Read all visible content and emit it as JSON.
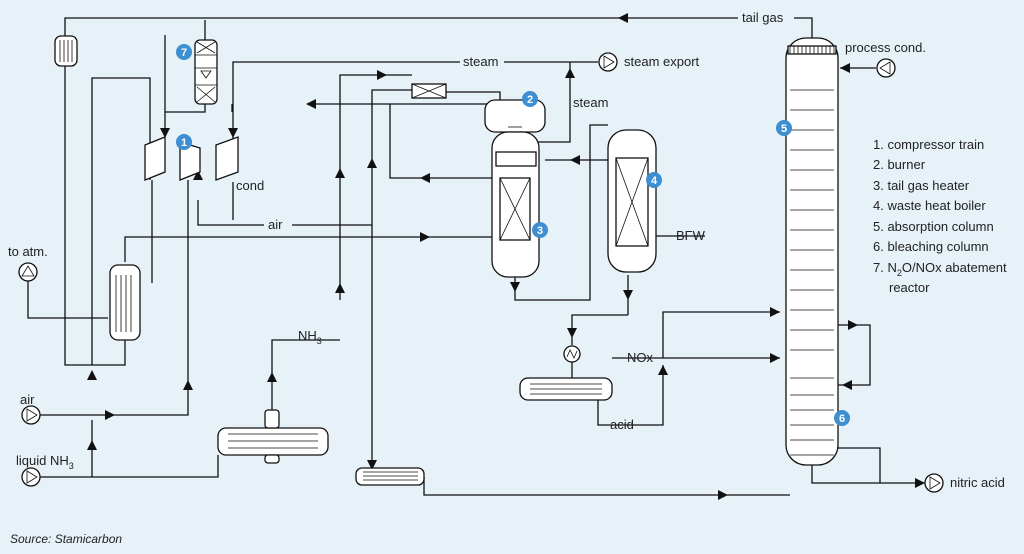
{
  "labels": {
    "tail_gas": "tail gas",
    "steam_top": "steam",
    "steam_export": "steam export",
    "steam_right": "steam",
    "process_cond": "process cond.",
    "cond": "cond",
    "air_mid": "air",
    "to_atm": "to atm.",
    "bfw": "BFW",
    "nh3_mid": "NH",
    "nh3_mid_sub": "3",
    "nox": "NOx",
    "acid": "acid",
    "air_in": "air",
    "liquid_nh3": "liquid NH",
    "liquid_nh3_sub": "3",
    "nitric_acid": "nitric acid"
  },
  "badges": [
    "1",
    "2",
    "3",
    "4",
    "5",
    "6",
    "7"
  ],
  "legend": {
    "items": [
      "1. compressor train",
      "2. burner",
      "3. tail gas heater",
      "4. waste heat boiler",
      "5. absorption column",
      "6. bleaching column"
    ],
    "item7_prefix": "7. N",
    "item7_sub": "2",
    "item7_suffix": "O/NOx abatement",
    "item7_line2": "reactor"
  },
  "source": "Source: Stamicarbon",
  "colors": {
    "background": "#e6f1f8",
    "badge": "#3d8fd1",
    "line": "#111111",
    "equipment_fill": "#ffffff"
  }
}
